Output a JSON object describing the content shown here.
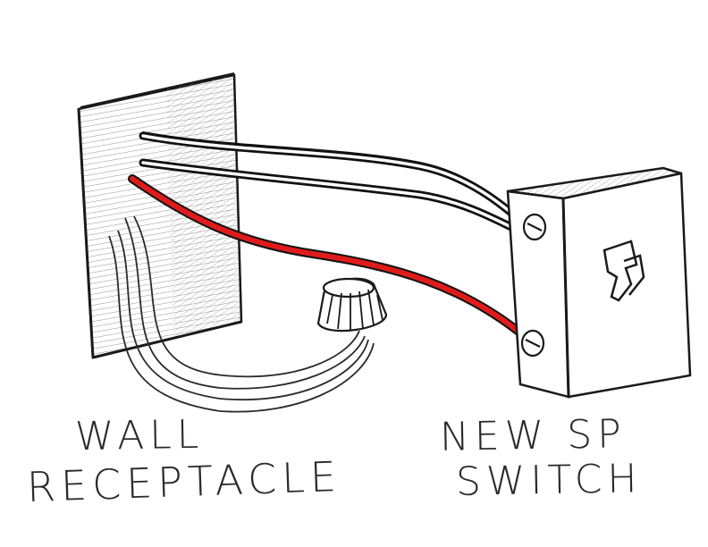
{
  "labels": {
    "wall_line1": "WALL",
    "wall_line2": "RECEPTACLE",
    "switch_line1": "NEW SP",
    "switch_line2": "SWITCH"
  },
  "colors": {
    "ink": "#1a1a1a",
    "hot_wire": "#e01b1b",
    "black_wire": "#111111",
    "paper": "#ffffff"
  }
}
